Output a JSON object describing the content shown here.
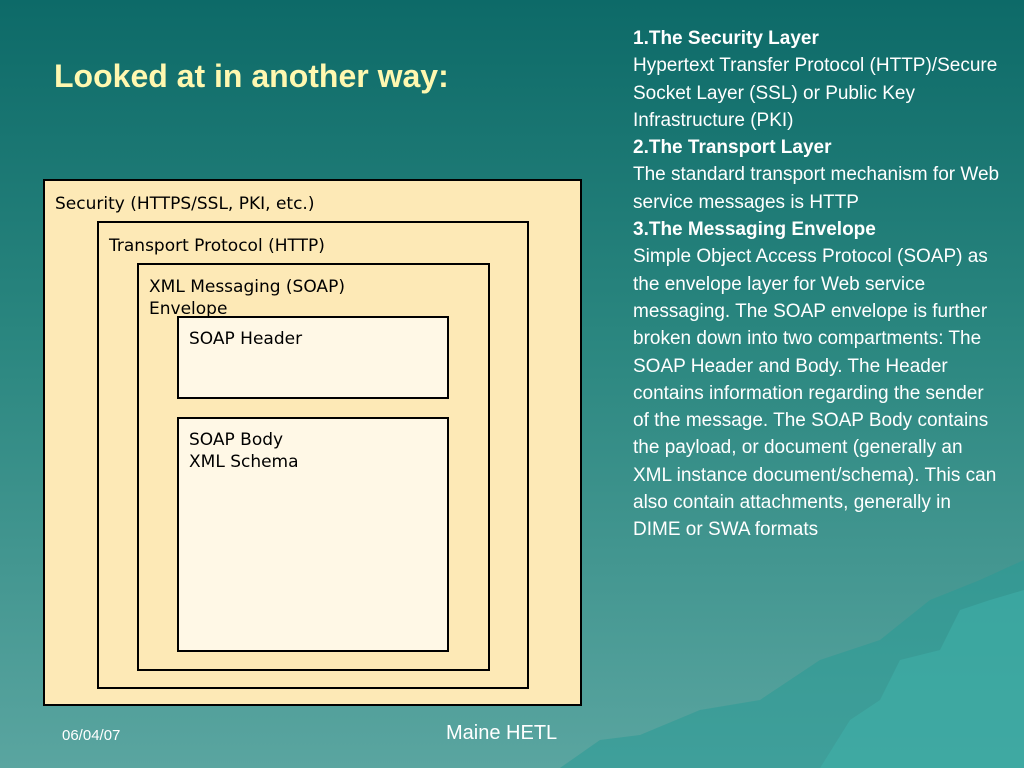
{
  "slide": {
    "title": "Looked at in another way:"
  },
  "diagram": {
    "security_label": "Security (HTTPS/SSL, PKI, etc.)",
    "transport_label": "Transport Protocol (HTTP)",
    "messaging_label_line1": "XML Messaging (SOAP)",
    "messaging_label_line2": "Envelope",
    "header_label": "SOAP Header",
    "body_label_line1": "SOAP Body",
    "body_label_line2": "XML Schema"
  },
  "description": {
    "section1_heading": "1.The Security Layer",
    "section1_body": "Hypertext Transfer Protocol (HTTP)/Secure Socket Layer (SSL) or Public Key Infrastructure (PKI)",
    "section2_heading": "2.The Transport Layer",
    "section2_body": "The standard transport mechanism for Web service messages is HTTP",
    "section3_heading": "3.The Messaging Envelope",
    "section3_body": "Simple Object Access Protocol (SOAP) as the envelope layer for Web service messaging. The SOAP envelope is further broken down into two compartments: The SOAP Header and Body. The Header contains information regarding the sender of the message. The SOAP Body contains the payload, or document (generally an XML instance document/schema). This can also contain attachments, generally in DIME or SWA formats"
  },
  "footer": {
    "date": "06/04/07",
    "center": "Maine HETL"
  },
  "colors": {
    "background_top": "#0d6a68",
    "background_bottom": "#5aa5a0",
    "title": "#fff8b0",
    "diagram_fill": "#fde9b6",
    "text": "#ffffff"
  }
}
